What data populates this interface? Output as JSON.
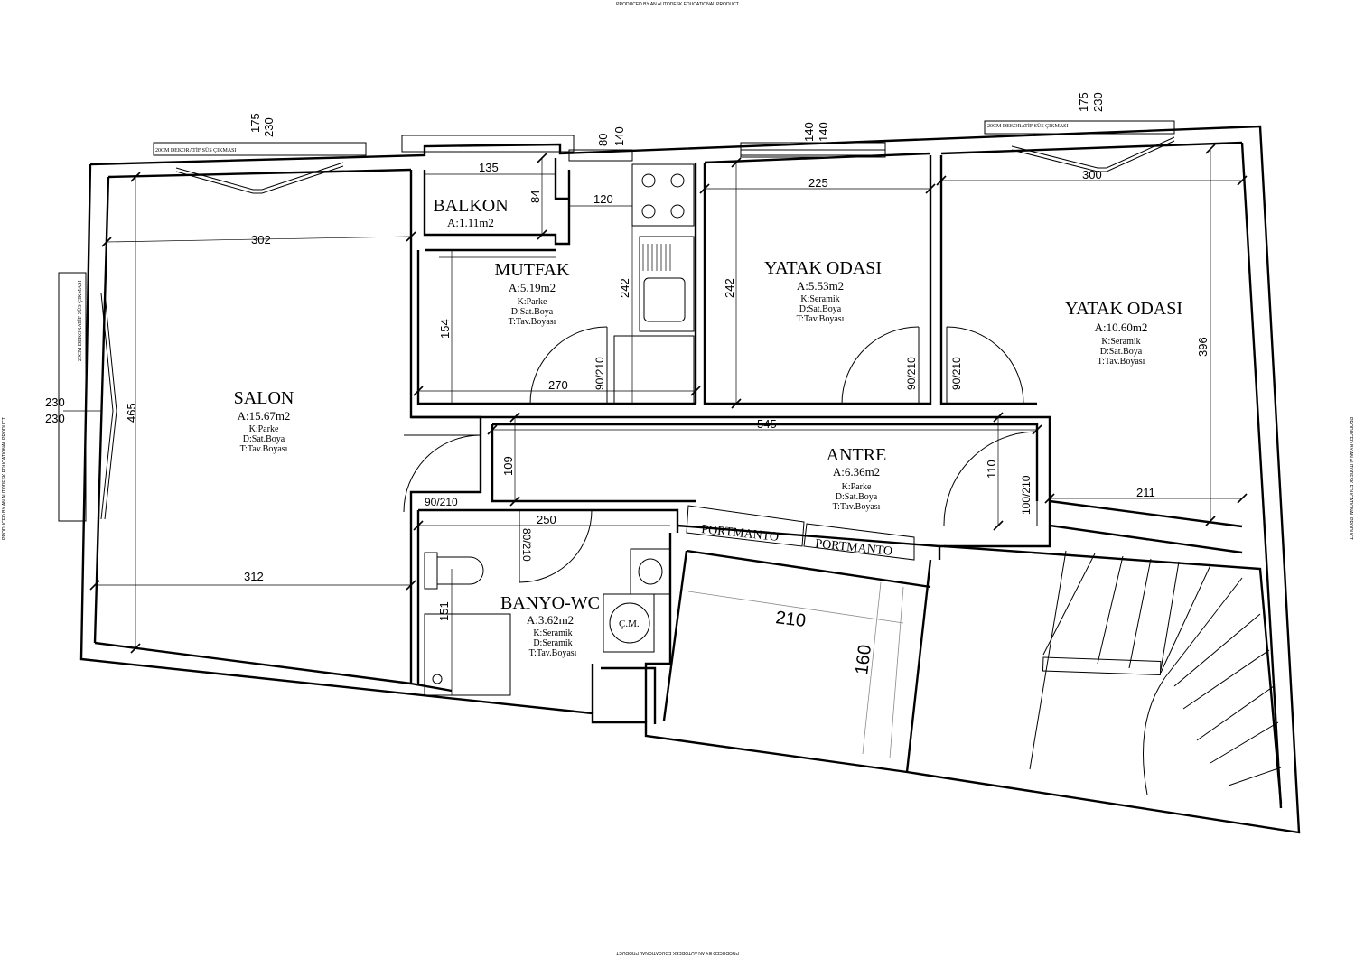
{
  "watermark": "PRODUCED BY AN AUTODESK EDUCATIONAL PRODUCT",
  "rooms": {
    "salon": {
      "name": "SALON",
      "area": "A:15.67m2",
      "floor": "K:Parke",
      "wall": "D:Sat.Boya",
      "ceiling": "T:Tav.Boyası"
    },
    "balkon": {
      "name": "BALKON",
      "area": "A:1.11m2"
    },
    "mutfak": {
      "name": "MUTFAK",
      "area": "A:5.19m2",
      "floor": "K:Parke",
      "wall": "D:Sat.Boya",
      "ceiling": "T:Tav.Boyası"
    },
    "yatak1": {
      "name": "YATAK ODASI",
      "area": "A:5.53m2",
      "floor": "K:Seramik",
      "wall": "D:Sat.Boya",
      "ceiling": "T:Tav.Boyası"
    },
    "yatak2": {
      "name": "YATAK ODASI",
      "area": "A:10.60m2",
      "floor": "K:Seramik",
      "wall": "D:Sat.Boya",
      "ceiling": "T:Tav.Boyası"
    },
    "antre": {
      "name": "ANTRE",
      "area": "A:6.36m2",
      "floor": "K:Parke",
      "wall": "D:Sat.Boya",
      "ceiling": "T:Tav.Boyası"
    },
    "banyo": {
      "name": "BANYO-WC",
      "area": "A:3.62m2",
      "floor": "K:Seramik",
      "wall": "D:Seramik",
      "ceiling": "T:Tav.Boyası"
    }
  },
  "dimensions": {
    "salon_width": "302",
    "salon_width_bottom": "312",
    "salon_height": "465",
    "balkon_width": "135",
    "balkon_depth": "84",
    "mutfak_window": "120",
    "mutfak_height": "242",
    "mutfak_left": "154",
    "mutfak_width": "270",
    "yatak1_width": "225",
    "yatak1_height": "242",
    "yatak2_width": "300",
    "yatak2_height": "396",
    "yatak2_bottom": "211",
    "antre_width": "545",
    "antre_height": "109",
    "antre_right": "110",
    "banyo_width": "250",
    "banyo_height": "151"
  },
  "doors": {
    "mutfak": "90/210",
    "yatak1": "90/210",
    "yatak2": "90/210",
    "salon": "90/210",
    "entrance": "100/210",
    "banyo": "80/210"
  },
  "windows": {
    "salon_top_a": "175",
    "salon_top_b": "230",
    "balkon_a": "80",
    "balkon_b": "140",
    "yatak1_a": "140",
    "yatak1_b": "140",
    "yatak2_a": "175",
    "yatak2_b": "230",
    "side_a": "230",
    "side_b": "230"
  },
  "notes": {
    "ornament": "20CM DEKORATİF SÜS ÇIKMASI"
  },
  "fixtures": {
    "portmanto": "PORTMANTO",
    "washer": "Ç.M.",
    "lift_w": "210",
    "lift_h": "160"
  }
}
